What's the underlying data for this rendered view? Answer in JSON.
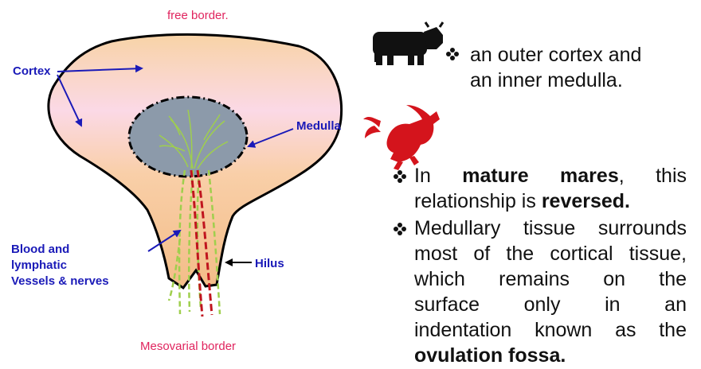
{
  "diagram": {
    "labels": {
      "free_border": "free border.",
      "cortex": "Cortex",
      "medulla": "Medulla",
      "blood_line1": "Blood and",
      "blood_line2": "lymphatic",
      "blood_line3": "Vessels & nerves",
      "hilus": "Hilus",
      "mesovarial_border": "Mesovarial border"
    }
  },
  "icons": {
    "cow": "cow-icon",
    "horse": "horse-icon",
    "bullet": "diamond-bullet-icon"
  },
  "colors": {
    "label_blue": "#1a1ab8",
    "label_red": "#e0245e",
    "ovary_fill": "#f7c79b",
    "medulla_fill": "#8c9aaa",
    "vessel_green": "#9fcf4d",
    "vessel_red": "#c0141e"
  },
  "right_text": {
    "cow_line1": "an outer cortex and",
    "cow_line2": "an inner medulla.",
    "b1_line1_pre": "In",
    "b1_line1_bold": "mature mares",
    "b1_line1_comma": ",",
    "b1_line1_post": "this",
    "b1_line2_pre": "relationship is",
    "b1_line2_bold": "reversed.",
    "b2_line1": "Medullary tissue surrounds",
    "b2_line2": "most of the cortical tissue,",
    "b2_line3": "which remains on the",
    "b2_line4": "surface only in an",
    "b2_line5": "indentation known as the",
    "b2_line6_bold": "ovulation fossa."
  }
}
